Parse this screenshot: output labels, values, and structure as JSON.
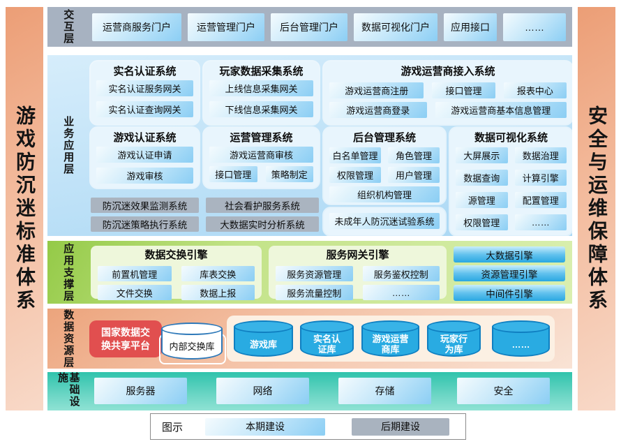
{
  "sidebars": {
    "left": "游戏防沉迷标准体系",
    "right": "安全与运维保障体系"
  },
  "interaction": {
    "label": "交互层",
    "items": [
      "运营商服务门户",
      "运营管理门户",
      "后台管理门户",
      "数据可视化门户",
      "应用接口",
      "……"
    ]
  },
  "business": {
    "label": "业务应用层",
    "realname": {
      "title": "实名认证系统",
      "items": [
        "实名认证服务网关",
        "实名认证查询网关"
      ]
    },
    "player": {
      "title": "玩家数据采集系统",
      "items": [
        "上线信息采集网关",
        "下线信息采集网关"
      ]
    },
    "operator": {
      "title": "游戏运营商接入系统",
      "row1": [
        "游戏运营商注册",
        "接口管理",
        "报表中心"
      ],
      "row2": [
        "游戏运营商登录",
        "游戏运营商基本信息管理"
      ]
    },
    "gameauth": {
      "title": "游戏认证系统",
      "items": [
        "游戏认证申请",
        "游戏审核"
      ]
    },
    "opmgmt": {
      "title": "运营管理系统",
      "full": "游戏运营商审核",
      "half": [
        "接口管理",
        "策略制定"
      ]
    },
    "backend": {
      "title": "后台管理系统",
      "grid": [
        "白名单管理",
        "角色管理",
        "权限管理",
        "用户管理"
      ],
      "full": "组织机构管理"
    },
    "minor_test": "未成年人防沉迷试验系统",
    "viz": {
      "title": "数据可视化系统",
      "grid": [
        "大屏展示",
        "数据治理",
        "数据查询",
        "计算引擎",
        "源管理",
        "配置管理",
        "权限管理",
        "……"
      ]
    },
    "gray": [
      "防沉迷效果监测系统",
      "防沉迷策略执行系统",
      "社会看护服务系统",
      "大数据实时分析系统"
    ]
  },
  "support": {
    "label": "应用支撑层",
    "exchange": {
      "title": "数据交换引擎",
      "items": [
        "前置机管理",
        "库表交换",
        "文件交换",
        "数据上报"
      ]
    },
    "gateway": {
      "title": "服务网关引擎",
      "items": [
        "服务资源管理",
        "服务鉴权控制",
        "服务流量控制",
        "……"
      ]
    },
    "engines": [
      "大数据引擎",
      "资源管理引擎",
      "中间件引擎"
    ]
  },
  "data_layer": {
    "label": "数据资源层",
    "platform": "国家数据交\n换共享平台",
    "internal_db": "内部交换库",
    "databases": [
      "游戏库",
      "实名认\n证库",
      "游戏运营\n商库",
      "玩家行\n为库",
      "……"
    ]
  },
  "infra": {
    "label": "基础设施",
    "items": [
      "服务器",
      "网络",
      "存储",
      "安全"
    ]
  },
  "legend": {
    "label": "图示",
    "current": "本期建设",
    "later": "后期建设"
  },
  "colors": {
    "primary_blue": "#29abe2",
    "current_build_blue": "#9fd4f2",
    "later_build_gray": "#a9b3bf",
    "platform_red": "#e14f4f"
  }
}
